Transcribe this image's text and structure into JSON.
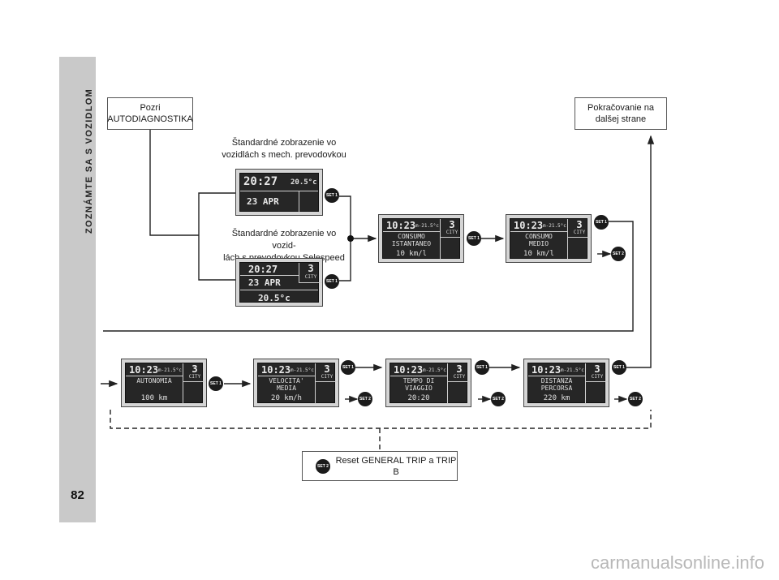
{
  "sidebar": {
    "title": "ZOZNÁMTE SA S VOZIDLOM",
    "page_number": "82"
  },
  "labels": {
    "autodiag": "Pozri AUTODIAGNOSTIKA",
    "continue": "Pokračovanie na\ndalšej strane",
    "std_mech": "Štandardné zobrazenie vo\nvozidlách s mech. prevodovkou",
    "std_sele": "Štandardné zobrazenie vo vozid-\nlách s prevodovkou Selespeed",
    "reset": "Reset GENERAL TRIP a TRIP B"
  },
  "buttons": {
    "set1": "SET 1",
    "set2": "SET 2"
  },
  "displays": {
    "mech": {
      "time": "20:27",
      "temp": "20.5°c",
      "date": "23 APR"
    },
    "sele": {
      "time": "20:27",
      "gear": "3",
      "mode": "CITY",
      "date": "23 APR",
      "temp": "20.5°c"
    },
    "trip": [
      {
        "time": "10:23",
        "temp": "m-21.5°c",
        "gear": "3",
        "mode": "CITY",
        "line1": "CONSUMO",
        "line2": "ISTANTANEO",
        "value": "10 km/l"
      },
      {
        "time": "10:23",
        "temp": "m-21.5°c",
        "gear": "3",
        "mode": "CITY",
        "line1": "CONSUMO",
        "line2": "MEDIO",
        "value": "10 km/l"
      },
      {
        "time": "10:23",
        "temp": "m-21.5°c",
        "gear": "3",
        "mode": "CITY",
        "line1": "AUTONOMIA",
        "line2": "",
        "value": "100 km"
      },
      {
        "time": "10:23",
        "temp": "m-21.5°c",
        "gear": "3",
        "mode": "CITY",
        "line1": "VELOCITA'",
        "line2": "MEDIA",
        "value": "20 km/h"
      },
      {
        "time": "10:23",
        "temp": "m-21.5°c",
        "gear": "3",
        "mode": "CITY",
        "line1": "TEMPO DI",
        "line2": "VIAGGIO",
        "value": "20:20"
      },
      {
        "time": "10:23",
        "temp": "m-21.5°c",
        "gear": "3",
        "mode": "CITY",
        "line1": "DISTANZA",
        "line2": "PERCORSA",
        "value": "220 km"
      }
    ]
  },
  "watermark": "carmanualsonline.info"
}
